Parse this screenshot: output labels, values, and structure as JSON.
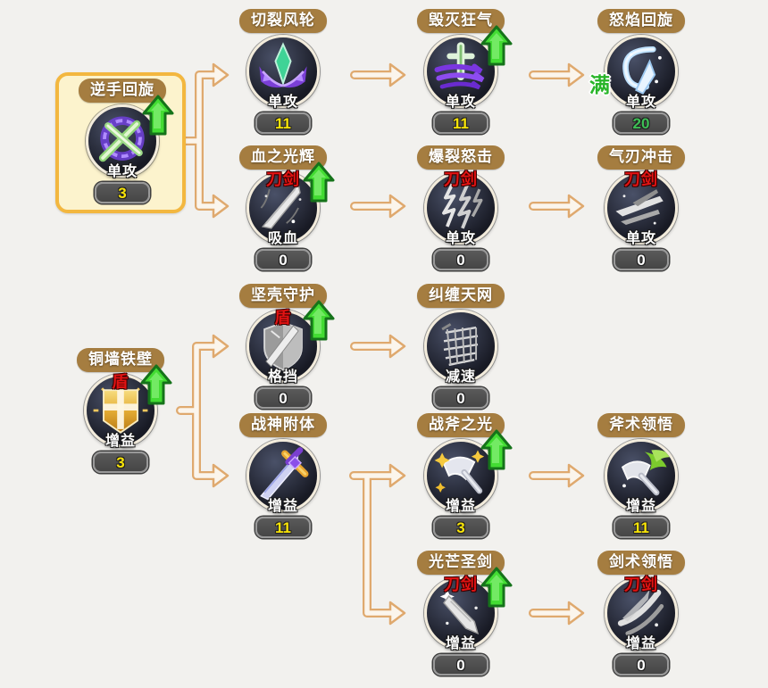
{
  "app": {
    "name": "skill-tree"
  },
  "labels": {
    "full": "满"
  },
  "colors": {
    "background": "#f2f1ee",
    "banner": "#a57d40",
    "banner_text": "#ffffff",
    "selected_border": "#f3b73f",
    "selected_fill": "#fcf3cd",
    "arrow_outline": "#dfa96e",
    "arrow_fill": "#fbf5ec",
    "upgrade_green": "#43dc33",
    "type_red": "#e21313",
    "full_green": "#29b529",
    "badge_bg": "#4c4c4c",
    "badge_border": "#999999",
    "level_colors": {
      "yellow": "#f8e408",
      "green": "#3dbf55",
      "white": "#ffffff"
    }
  },
  "nodes": [
    {
      "id": "nishouhuixuan",
      "title": "逆手回旋",
      "type_label": "",
      "category": "单攻",
      "level": "3",
      "level_color": "yellow",
      "selected": true,
      "upgradable": true,
      "full": false,
      "icon": "spiral-slash-icon"
    },
    {
      "id": "qieliefenglun",
      "title": "切裂风轮",
      "type_label": "",
      "category": "单攻",
      "level": "11",
      "level_color": "yellow",
      "selected": false,
      "upgradable": false,
      "full": false,
      "icon": "wind-wheel-icon"
    },
    {
      "id": "huimiekuangqi",
      "title": "毁灭狂气",
      "type_label": "",
      "category": "单攻",
      "level": "11",
      "level_color": "yellow",
      "selected": false,
      "upgradable": true,
      "full": false,
      "icon": "destruction-icon"
    },
    {
      "id": "nuyanhuixuan",
      "title": "怒焰回旋",
      "type_label": "",
      "category": "单攻",
      "level": "20",
      "level_color": "green",
      "selected": false,
      "upgradable": false,
      "full": true,
      "icon": "rage-spiral-icon"
    },
    {
      "id": "xuezhiguanghui",
      "title": "血之光辉",
      "type_label": "刀剑",
      "category": "吸血",
      "level": "0",
      "level_color": "white",
      "selected": false,
      "upgradable": true,
      "full": false,
      "icon": "blood-sword-icon"
    },
    {
      "id": "baolienuji",
      "title": "爆裂怒击",
      "type_label": "刀剑",
      "category": "单攻",
      "level": "0",
      "level_color": "white",
      "selected": false,
      "upgradable": false,
      "full": false,
      "icon": "burst-claw-icon"
    },
    {
      "id": "qirenchongji",
      "title": "气刃冲击",
      "type_label": "刀剑",
      "category": "单攻",
      "level": "0",
      "level_color": "white",
      "selected": false,
      "upgradable": false,
      "full": false,
      "icon": "qi-blade-icon"
    },
    {
      "id": "jiankeshouhu",
      "title": "坚壳守护",
      "type_label": "盾",
      "category": "格挡",
      "level": "0",
      "level_color": "white",
      "selected": false,
      "upgradable": true,
      "full": false,
      "icon": "shell-guard-icon"
    },
    {
      "id": "jiuchantianwang",
      "title": "纠缠天网",
      "type_label": "",
      "category": "减速",
      "level": "0",
      "level_color": "white",
      "selected": false,
      "upgradable": false,
      "full": false,
      "icon": "net-icon"
    },
    {
      "id": "tongqiangtiebi",
      "title": "铜墙铁壁",
      "type_label": "盾",
      "category": "增益",
      "level": "3",
      "level_color": "yellow",
      "selected": false,
      "upgradable": true,
      "full": false,
      "icon": "golden-shield-icon"
    },
    {
      "id": "zhanshenfuti",
      "title": "战神附体",
      "type_label": "",
      "category": "增益",
      "level": "11",
      "level_color": "yellow",
      "selected": false,
      "upgradable": false,
      "full": false,
      "icon": "war-god-icon"
    },
    {
      "id": "zhanfuzhiguang",
      "title": "战斧之光",
      "type_label": "",
      "category": "增益",
      "level": "3",
      "level_color": "yellow",
      "selected": false,
      "upgradable": true,
      "full": false,
      "icon": "axe-light-icon"
    },
    {
      "id": "fushulingwu",
      "title": "斧术领悟",
      "type_label": "",
      "category": "增益",
      "level": "11",
      "level_color": "yellow",
      "selected": false,
      "upgradable": false,
      "full": false,
      "icon": "axe-mastery-icon"
    },
    {
      "id": "guangmangshengjian",
      "title": "光芒圣剑",
      "type_label": "刀剑",
      "category": "增益",
      "level": "0",
      "level_color": "white",
      "selected": false,
      "upgradable": true,
      "full": false,
      "icon": "holy-sword-icon"
    },
    {
      "id": "jianshulingwu",
      "title": "剑术领悟",
      "type_label": "刀剑",
      "category": "增益",
      "level": "0",
      "level_color": "white",
      "selected": false,
      "upgradable": false,
      "full": false,
      "icon": "sword-mastery-icon"
    }
  ],
  "connections": [
    {
      "from": "nishouhuixuan",
      "to": "qieliefenglun",
      "type": "branch"
    },
    {
      "from": "nishouhuixuan",
      "to": "xuezhiguanghui",
      "type": "branch"
    },
    {
      "from": "qieliefenglun",
      "to": "huimiekuangqi",
      "type": "arrow"
    },
    {
      "from": "huimiekuangqi",
      "to": "nuyanhuixuan",
      "type": "arrow"
    },
    {
      "from": "xuezhiguanghui",
      "to": "baolienuji",
      "type": "arrow"
    },
    {
      "from": "baolienuji",
      "to": "qirenchongji",
      "type": "arrow"
    },
    {
      "from": "jiankeshouhu",
      "to": "jiuchantianwang",
      "type": "arrow"
    },
    {
      "from": "tongqiangtiebi",
      "to": "jiankeshouhu",
      "type": "branch"
    },
    {
      "from": "tongqiangtiebi",
      "to": "zhanshenfuti",
      "type": "branch"
    },
    {
      "from": "zhanshenfuti",
      "to": "zhanfuzhiguang",
      "type": "branch"
    },
    {
      "from": "zhanshenfuti",
      "to": "guangmangshengjian",
      "type": "branch"
    },
    {
      "from": "zhanfuzhiguang",
      "to": "fushulingwu",
      "type": "arrow"
    },
    {
      "from": "guangmangshengjian",
      "to": "jianshulingwu",
      "type": "arrow"
    }
  ]
}
